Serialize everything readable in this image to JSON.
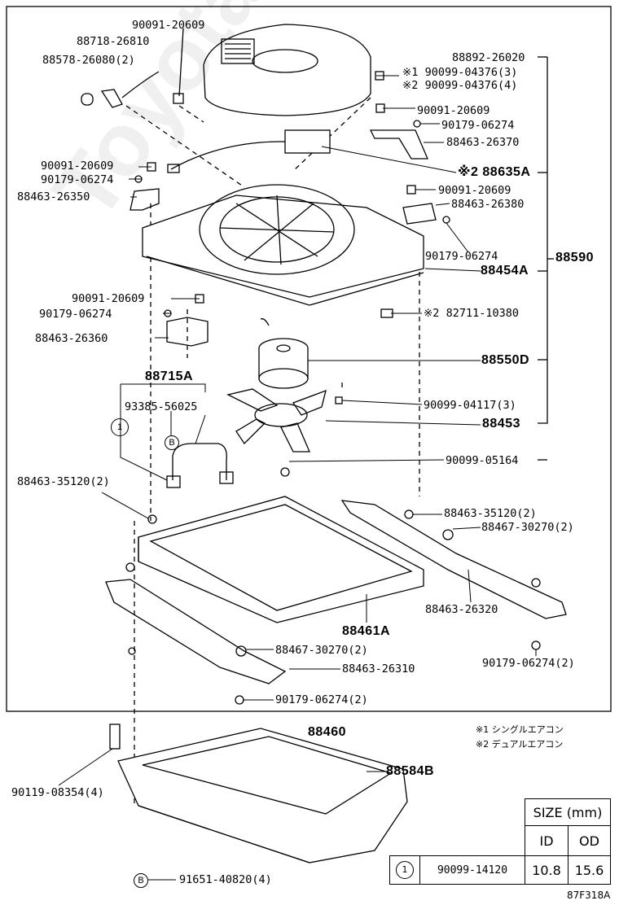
{
  "labels": {
    "p90091_20609_top": "90091-20609",
    "p88718_26810": "88718-26810",
    "p88578_26080": "88578-26080(2)",
    "p88892_26020": "88892-26020",
    "p90099_04376_a": "※1 90099-04376(3)",
    "p90099_04376_b": "※2 90099-04376(4)",
    "p90091_20609_r1": "90091-20609",
    "p90179_06274_r1": "90179-06274",
    "p88463_26370": "88463-26370",
    "p88635A": "※2 88635A",
    "p90091_20609_l1": "90091-20609",
    "p90179_06274_l1": "90179-06274",
    "p88463_26350": "88463-26350",
    "p90091_20609_r2": "90091-20609",
    "p88463_26380": "88463-26380",
    "p90179_06274_r2": "90179-06274",
    "p88590": "88590",
    "p88454A": "88454A",
    "p90091_20609_l2": "90091-20609",
    "p90179_06274_l2": "90179-06274",
    "p82711_10380": "※2 82711-10380",
    "p88463_26360": "88463-26360",
    "p88550D": "88550D",
    "p88715A": "88715A",
    "p93385_56025": "93385-56025",
    "p90099_04117": "90099-04117(3)",
    "p88453": "88453",
    "p90099_05164": "90099-05164",
    "p88463_35120_l": "88463-35120(2)",
    "p88463_35120_r": "88463-35120(2)",
    "p88467_30270_r": "88467-30270(2)",
    "p88463_26320": "88463-26320",
    "p88461A": "88461A",
    "p90179_06274_r3": "90179-06274(2)",
    "p88467_30270_b": "88467-30270(2)",
    "p88463_26310": "88463-26310",
    "p90179_06274_b": "90179-06274(2)",
    "p88460": "88460",
    "p88584B": "88584B",
    "p90119_08354": "90119-08354(4)",
    "p91651_40820": "91651-40820(4)",
    "circle1": "1",
    "circleB1": "B",
    "circleB2": "B"
  },
  "notes": {
    "note1": "※1 シングルエアコン",
    "note2": "※2 デュアルエアコン"
  },
  "size_table": {
    "header": "SIZE (mm)",
    "col_id": "ID",
    "col_od": "OD",
    "row_marker": "1",
    "row_part": "90099-14120",
    "row_id": "10.8",
    "row_od": "15.6"
  },
  "diagram_code": "87F318A",
  "watermark": "ToyotaCarMine.ru"
}
